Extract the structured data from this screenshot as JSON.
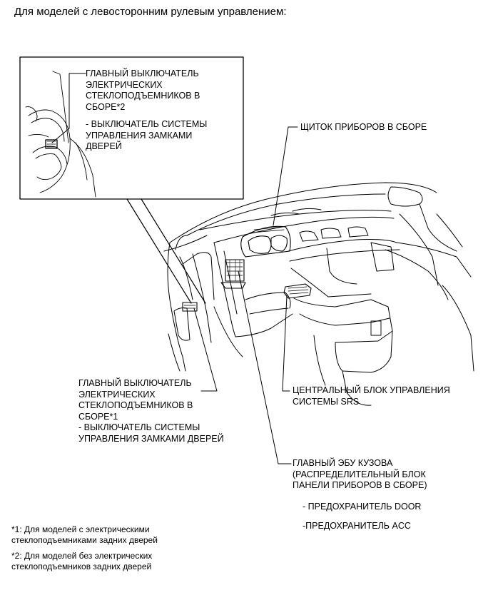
{
  "heading": "Для моделей с левосторонним рулевым управлением:",
  "inset": {
    "main_switch_rear": [
      "ГЛАВНЫЙ ВЫКЛЮЧАТЕЛЬ",
      "ЭЛЕКТРИЧЕСКИХ",
      "СТЕКЛОПОДЪЕМНИКОВ В",
      "СБОРЕ*2"
    ],
    "door_lock_switch": [
      "- ВЫКЛЮЧАТЕЛЬ СИСТЕМЫ",
      "УПРАВЛЕНИЯ ЗАМКАМИ",
      "ДВЕРЕЙ"
    ]
  },
  "labels": {
    "combination_meter": "ЩИТОК ПРИБОРОВ В СБОРЕ",
    "main_switch_front": [
      "ГЛАВНЫЙ ВЫКЛЮЧАТЕЛЬ",
      "ЭЛЕКТРИЧЕСКИХ",
      "СТЕКЛОПОДЪЕМНИКОВ В",
      "СБОРЕ*1"
    ],
    "door_lock_switch_front": [
      "- ВЫКЛЮЧАТЕЛЬ СИСТЕМЫ",
      "УПРАВЛЕНИЯ ЗАМКАМИ ДВЕРЕЙ"
    ],
    "srs_unit": [
      "ЦЕНТРАЛЬНЫЙ БЛОК УПРАВЛЕНИЯ",
      "СИСТЕМЫ SRS"
    ],
    "body_ecu": [
      "ГЛАВНЫЙ ЭБУ КУЗОВА",
      "(РАСПРЕДЕЛИТЕЛЬНЫЙ БЛОК",
      "ПАНЕЛИ ПРИБОРОВ В СБОРЕ)"
    ],
    "fuse_door": "- ПРЕДОХРАНИТЕЛЬ DOOR",
    "fuse_acc": "-ПРЕДОХРАНИТЕЛЬ ACC"
  },
  "footnotes": {
    "note1": [
      "*1: Для моделей с электрическими",
      "стеклоподъемниками задних дверей"
    ],
    "note2": [
      "*2: Для моделей без электрических",
      "стеклоподъемников задних дверей"
    ]
  }
}
